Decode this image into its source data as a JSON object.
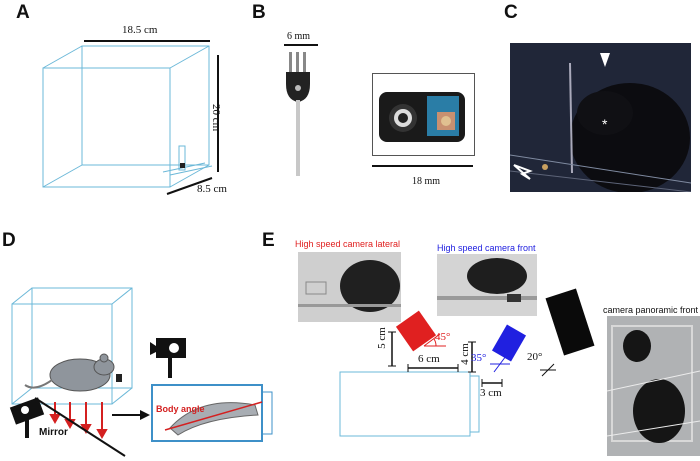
{
  "panels": {
    "a": {
      "letter": "A",
      "width_label": "18.5 cm",
      "height_label": "20 cm",
      "depth_label": "8.5 cm"
    },
    "b": {
      "letter": "B",
      "wire_label": "6 mm",
      "camera_label": "18 mm"
    },
    "c": {
      "letter": "C",
      "asterisk": "*"
    },
    "d": {
      "letter": "D",
      "mirror_label": "Mirror",
      "body_angle_label": "Body angle"
    },
    "e": {
      "letter": "E",
      "cam_lateral_label": "High speed camera lateral",
      "cam_front_label": "High speed camera front",
      "cam_panoramic_label": "camera panoramic front",
      "dist_5cm": "5 cm",
      "dist_6cm": "6 cm",
      "dist_4cm": "4 cm",
      "dist_3cm": "3 cm",
      "angle_45": "45°",
      "angle_35": "35°",
      "angle_20": "20°"
    }
  },
  "colors": {
    "box_blue": "#6bb8d8",
    "lateral_red": "#e02020",
    "front_blue": "#2020e0",
    "arrow_red": "#d42020"
  }
}
